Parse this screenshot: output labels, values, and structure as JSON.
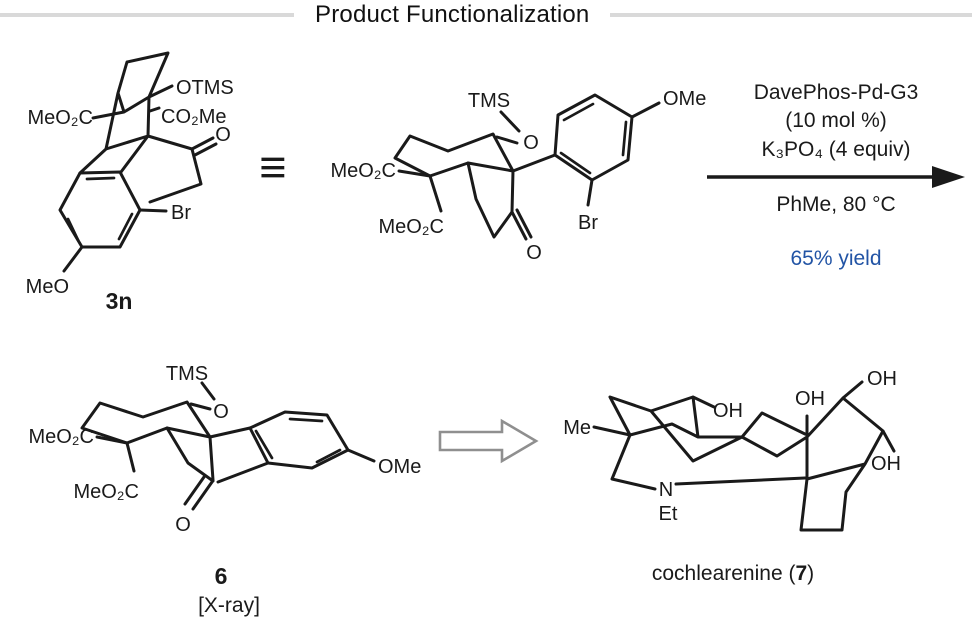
{
  "title": "Product Functionalization",
  "equivalence_symbol": "≡",
  "reaction": {
    "reagent_line1": "DavePhos-Pd-G3",
    "reagent_line2": "(10 mol %)",
    "reagent_line3": "K₃PO₄ (4 equiv)",
    "conditions": "PhMe, 80 °C",
    "yield_text": "65% yield"
  },
  "structures": {
    "compound_3n": {
      "label": "3n",
      "ester_left": "MeO₂C",
      "otms": "OTMS",
      "ester_right": "CO₂Me",
      "ketone_o": "O",
      "bromo": "Br",
      "methoxy": "MeO"
    },
    "redrawn": {
      "tms": "TMS",
      "ether_o": "O",
      "ester_top": "MeO₂C",
      "ester_bottom": "MeO₂C",
      "methoxy": "OMe",
      "bromo": "Br",
      "ketone_o": "O"
    },
    "compound_6": {
      "label": "6",
      "xray_note": "[X-ray]",
      "tms": "TMS",
      "ether_o": "O",
      "ester_top": "MeO₂C",
      "ester_bottom": "MeO₂C",
      "methoxy": "OMe",
      "ketone_o": "O"
    },
    "compound_7": {
      "caption_prefix": "cochlearenine (",
      "caption_number": "7",
      "caption_suffix": ")",
      "methyl": "Me",
      "oh_top_left": "OH",
      "oh_top_mid": "OH",
      "oh_top_right": "OH",
      "oh_right": "OH",
      "nitrogen": "N",
      "ethyl": "Et"
    }
  },
  "colors": {
    "ink": "#1a1a1a",
    "yield_blue": "#2254a5",
    "rule_gray": "#d9d9d9",
    "block_arrow_gray": "#8f8f8f"
  }
}
